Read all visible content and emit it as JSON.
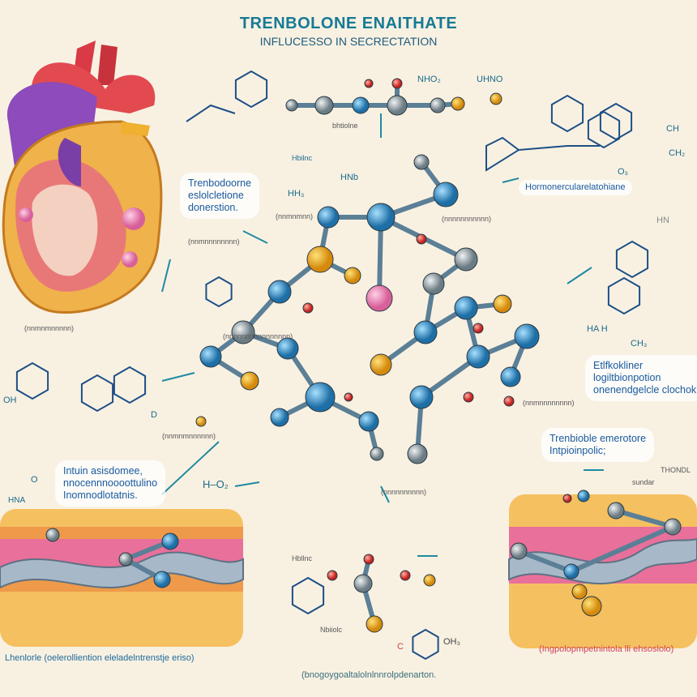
{
  "title": "TRENBOLONE ENAITHATE",
  "subtitle": "INFLUCESSO IN SECRECTATION",
  "callouts": {
    "top_left": [
      "Trenbodoorne",
      "eslolcletione",
      "donerstion."
    ],
    "top_right": "Hormonercularelatohiane",
    "mid_right": [
      "Etlfkokliner",
      "logiltbionpotion",
      "onenendgelcle clochokije"
    ],
    "lower_right": [
      "Trenbioble emerotore",
      "Intpioinpolic;"
    ],
    "lower_left": [
      "Intuin asisdomee,",
      "nnocennnoooottulino",
      "Inomnodlotatnis."
    ]
  },
  "chem_labels": {
    "h_o2": "H–O₂",
    "hnb": "HNb",
    "hbilnc": "Hbilnc",
    "hh": "HH₃",
    "nho": "NHO₂",
    "uhno": "UHNO",
    "ch": "CH",
    "ch2": "CH₂",
    "o3": "O₃",
    "hn": "HN",
    "hah": "HA H",
    "ch3": "CH₃",
    "oh": "OH",
    "hna": "HNA",
    "d": "D",
    "o": "O",
    "c": "C",
    "oh3": "OH₃"
  },
  "small_labels": [
    "(nnmnmnnnnn)",
    "(nnmnmnn)",
    "(nnmnnnnnnnn)",
    "(nnmnmnnnnnn)",
    "(nnnnnnnnnnn)",
    "(nnmnnnnnnnn)",
    "(nnnnnnnnnn)",
    "(nnnnnnnnnnnnnnnn)",
    "bhtiolne",
    "Hbllnc",
    "THONDL",
    "Nbiiolc",
    "sundar"
  ],
  "captions": {
    "bottom_left": "Lhenlorle (oelerolliention eleladelntrenstje eriso)",
    "bottom_center": "(bnogoygoaltalolnlnnrolpdenarton.",
    "bottom_right": "(Ingpolopmpetnintola lli ehsoslolo)"
  },
  "colors": {
    "title": "#177a96",
    "atom_blue": "#2c8fc7",
    "atom_gray": "#8c9aa0",
    "atom_orange": "#e9a21b",
    "atom_red": "#e23a3a",
    "heart_red": "#e0444a",
    "heart_purple": "#8a4fb8",
    "tissue_yellow": "#f2b447",
    "tissue_pink": "#e66a9a"
  }
}
